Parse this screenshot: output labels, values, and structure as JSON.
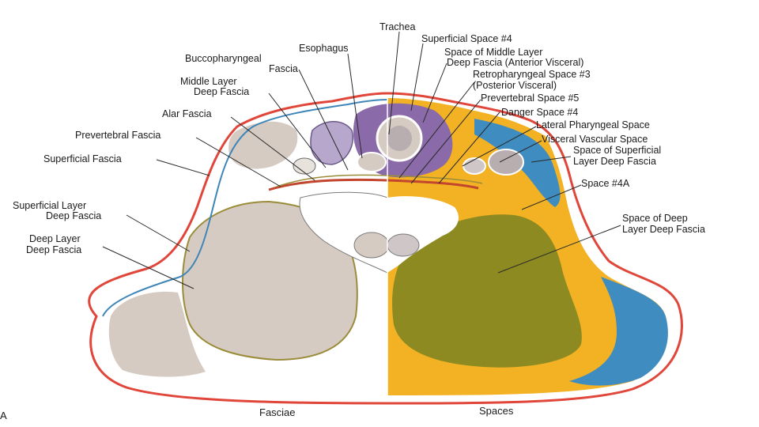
{
  "labels": {
    "trachea": "Trachea",
    "esophagus": "Esophagus",
    "superficial_space_4": "Superficial Space #4",
    "space_middle_layer_1": "Space of Middle Layer",
    "space_middle_layer_2": "Deep Fascia (Anterior Visceral)",
    "buccopharyngeal_1": "Buccopharyngeal",
    "buccopharyngeal_2": "Fascia",
    "retropharyngeal_1": "Retropharyngeal Space #3",
    "retropharyngeal_2": "(Posterior Visceral)",
    "middle_layer_1": "Middle Layer",
    "middle_layer_2": "Deep Fascia",
    "prevertebral_space_5": "Prevertebral Space #5",
    "alar_fascia": "Alar Fascia",
    "danger_space_4": "Danger Space #4",
    "lateral_pharyngeal": "Lateral Pharyngeal Space",
    "prevertebral_fascia": "Prevertebral Fascia",
    "visceral_vascular": "Visceral Vascular Space",
    "superficial_fascia": "Superficial Fascia",
    "space_superficial_layer_1": "Space of Superficial",
    "space_superficial_layer_2": "Layer Deep Fascia",
    "space_4a": "Space #4A",
    "superficial_layer_deep_1": "Superficial Layer",
    "superficial_layer_deep_2": "Deep Fascia",
    "space_deep_layer_1": "Space of Deep",
    "space_deep_layer_2": "Layer Deep Fascia",
    "deep_layer_1": "Deep Layer",
    "deep_layer_2": "Deep Fascia",
    "fasciae": "Fasciae",
    "spaces": "Spaces",
    "panel_letter": "A"
  },
  "colors": {
    "skin_outline": "#e0463a",
    "superficial_fascia": "#3f86b8",
    "space_yellow": "#f2b224",
    "space_blue": "#3f8cc0",
    "deep_space_olive": "#8e8a22",
    "visceral_purple": "#8a6aa8",
    "muscle_tan": "#d6cbc2",
    "fascia_olive_line": "#9a8c3a",
    "fascia_red_line": "#c2452e"
  }
}
